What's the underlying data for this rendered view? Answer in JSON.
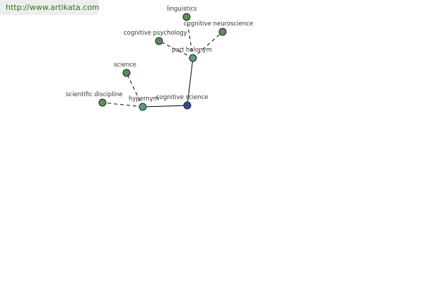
{
  "site": {
    "url_text": "http://www.artikata.com"
  },
  "graph": {
    "nodes": [
      {
        "id": "cognitive-science",
        "label": "cognitive science",
        "kind": "root"
      },
      {
        "id": "hypernym",
        "label": "hypernym",
        "kind": "relation"
      },
      {
        "id": "part-holonym",
        "label": "part holonym",
        "kind": "relation"
      },
      {
        "id": "science",
        "label": "science",
        "kind": "term"
      },
      {
        "id": "scientific-discipline",
        "label": "scientific discipline",
        "kind": "term"
      },
      {
        "id": "linguistics",
        "label": "linguistics",
        "kind": "term"
      },
      {
        "id": "cognitive-psychology",
        "label": "cognitive psychology",
        "kind": "term"
      },
      {
        "id": "cognitive-neuroscience",
        "label": "cognitive neuroscience",
        "kind": "term"
      }
    ],
    "edges": [
      {
        "from": "cognitive-science",
        "to": "hypernym",
        "style": "solid"
      },
      {
        "from": "cognitive-science",
        "to": "part-holonym",
        "style": "solid"
      },
      {
        "from": "hypernym",
        "to": "science",
        "style": "dashed"
      },
      {
        "from": "hypernym",
        "to": "scientific-discipline",
        "style": "dashed"
      },
      {
        "from": "part-holonym",
        "to": "linguistics",
        "style": "dashed"
      },
      {
        "from": "part-holonym",
        "to": "cognitive-psychology",
        "style": "dashed"
      },
      {
        "from": "part-holonym",
        "to": "cognitive-neuroscience",
        "style": "dashed"
      }
    ],
    "colors": {
      "root": "#334d99",
      "relation": "#5a9a8e",
      "term": "#5a8f57"
    }
  }
}
